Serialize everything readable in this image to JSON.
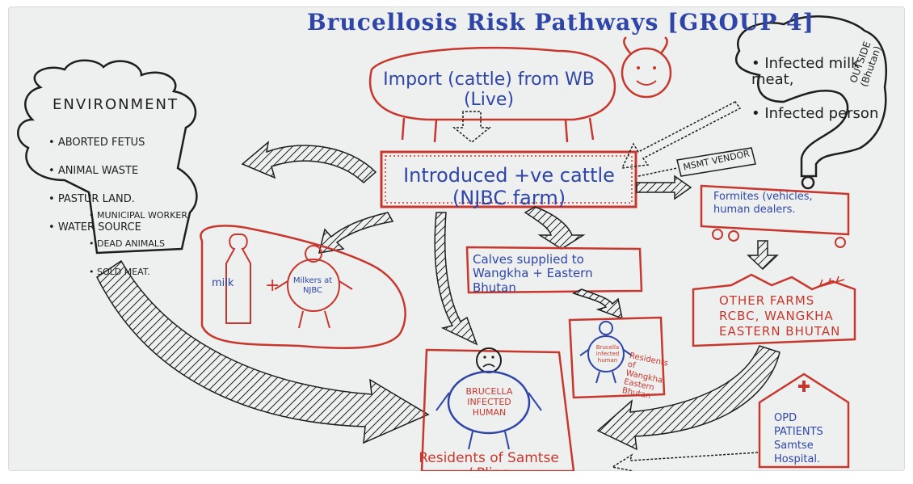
{
  "title": "Brucellosis Risk Pathways [GROUP 4]",
  "colors": {
    "board": "#eef0ef",
    "blue_marker": "#2f46a8",
    "red_marker": "#c8372d",
    "black_marker": "#1e1e1e"
  },
  "environment": {
    "title": "ENVIRONMENT",
    "items": [
      "ABORTED FETUS",
      "ANIMAL WASTE",
      "PASTUR LAND.",
      "WATER SOURCE"
    ],
    "sub_items": [
      "MUNICIPAL WORKER",
      "DEAD ANIMALS",
      "SOLD MEAT."
    ]
  },
  "import_node": {
    "label": "Import (cattle) from WB (Live)"
  },
  "introduced_node": {
    "label": "Introduced +ve cattle (NJBC farm)"
  },
  "outside_source": {
    "items": [
      "Infected milk meat,",
      "Infected person"
    ],
    "side_label": "OUTSIDE (Bhutan)"
  },
  "msmt_vendor": "MSMT VENDOR",
  "fomites": {
    "label": "Formites (vehicles, human dealers."
  },
  "milk_milkers": {
    "milk": "milk",
    "plus": "+",
    "milkers": "Milkers at NJBC"
  },
  "calves": {
    "label": "Calves supplied to Wangkha + Eastern Bhutan"
  },
  "small_residents": {
    "figure": "Brucella infected human",
    "label": "Residents of Wangkha Eastern Bhutan"
  },
  "other_farms": {
    "label": "OTHER FARMS RCBC, WANGKHA EASTERN BHUTAN"
  },
  "main_residents": {
    "figure": "BRUCELLA INFECTED HUMAN",
    "label": "Residents of Samtse / Pling"
  },
  "opd": {
    "label": "OPD PATIENTS Samtse Hospital."
  }
}
